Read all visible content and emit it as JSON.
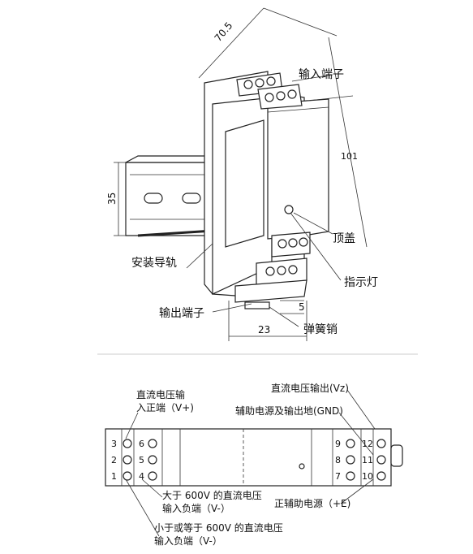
{
  "top_diagram": {
    "dim_depth": "70.5",
    "dim_height": "101",
    "dim_rail": "35",
    "dim_offset": "5",
    "dim_width": "23",
    "label_input_terminal": "输入端子",
    "label_top_cover": "顶盖",
    "label_din_rail": "安装导轨",
    "label_indicator": "指示灯",
    "label_output_terminal": "输出端子",
    "label_spring_pin": "弹簧销"
  },
  "bottom_diagram": {
    "label_v_plus_line1": "直流电压输",
    "label_v_plus_line2": "入正端（V+)",
    "label_vz": "直流电压输出(Vz)",
    "label_gnd": "辅助电源及输出地(GND)",
    "label_v_minus_600_line1": "大于 600V 的直流电压",
    "label_v_minus_600_line2": "输入负端（V-）",
    "label_pos_aux": "正辅助电源（+E)",
    "label_v_minus_le600_line1": "小于或等于 600V 的直流电压",
    "label_v_minus_le600_line2": "输入负端（V-）",
    "terminals_left_outer": [
      "3",
      "2",
      "1"
    ],
    "terminals_left_inner": [
      "6",
      "5",
      "4"
    ],
    "terminals_right_inner": [
      "9",
      "8",
      "7"
    ],
    "terminals_right_outer": [
      "12",
      "11",
      "10"
    ]
  }
}
